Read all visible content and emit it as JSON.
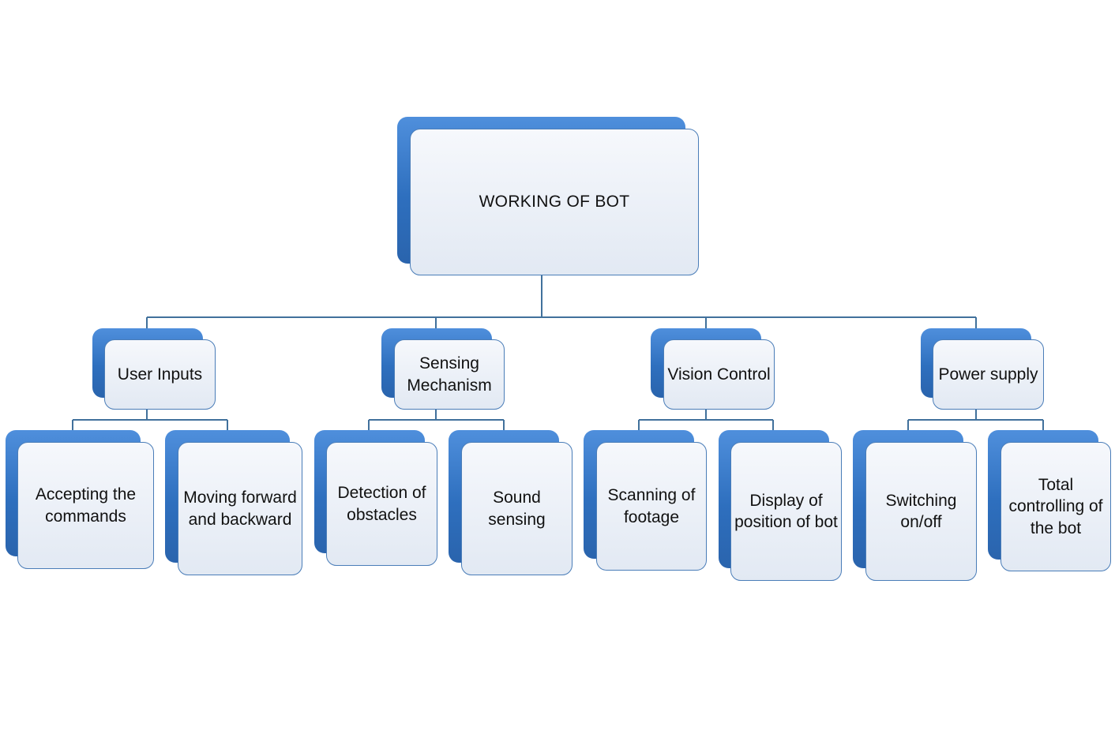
{
  "diagram": {
    "root": {
      "label": "WORKING OF BOT"
    },
    "branches": [
      {
        "label": "User Inputs",
        "children": [
          {
            "label": "Accepting the commands"
          },
          {
            "label": "Moving forward and backward"
          }
        ]
      },
      {
        "label": "Sensing Mechanism",
        "children": [
          {
            "label": "Detection of obstacles"
          },
          {
            "label": "Sound sensing"
          }
        ]
      },
      {
        "label": "Vision Control",
        "children": [
          {
            "label": "Scanning of footage"
          },
          {
            "label": "Display of position of bot"
          }
        ]
      },
      {
        "label": "Power supply",
        "children": [
          {
            "label": "Switching on/off"
          },
          {
            "label": "Total controlling of the bot"
          }
        ]
      }
    ]
  },
  "colors": {
    "accent": "#2e6fbe",
    "connector": "#41719c",
    "card_border": "#4a7db8"
  }
}
